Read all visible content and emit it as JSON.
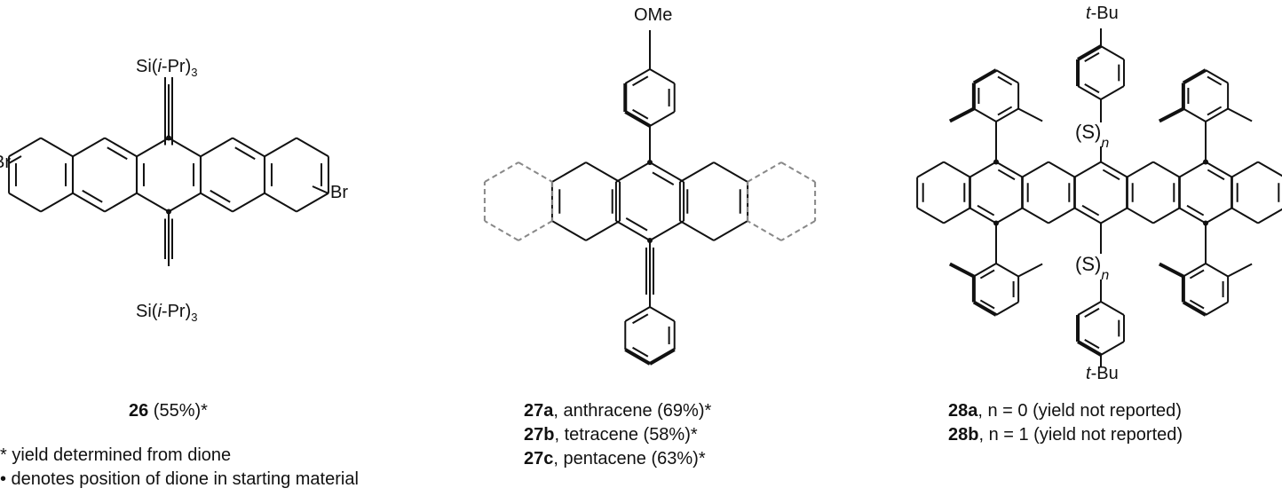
{
  "compound_26": {
    "top_group": "Si(i-Pr)3",
    "bottom_group": "Si(i-Pr)3",
    "left_substituent": "Br",
    "right_substituent": "Br",
    "id": "26",
    "yield": " (55%)*"
  },
  "compound_27": {
    "top_group": "OMe",
    "labels": [
      {
        "id": "27a",
        "text": ", anthracene (69%)*"
      },
      {
        "id": "27b",
        "text": ", tetracene (58%)*"
      },
      {
        "id": "27c",
        "text": ", pentacene (63%)*"
      }
    ]
  },
  "compound_28": {
    "top_group": "t-Bu",
    "bottom_group": "t-Bu",
    "linker": "S",
    "linker_subscript": "n",
    "labels": [
      {
        "id": "28a",
        "text": ", n = 0 (yield not reported)"
      },
      {
        "id": "28b",
        "text": ", n = 1 (yield not reported)"
      }
    ]
  },
  "footnotes": [
    "* yield determined from dione",
    "• denotes position of dione in starting material"
  ]
}
